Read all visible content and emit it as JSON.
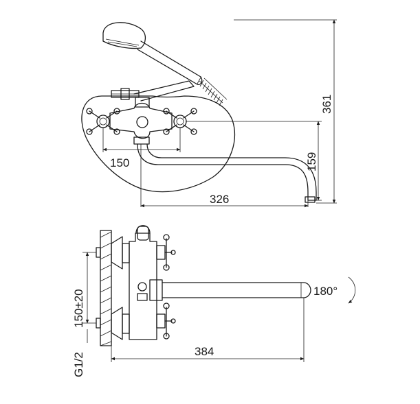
{
  "dimensions": {
    "top_width_150": "150",
    "top_reach_326": "326",
    "height_159": "159",
    "height_361": "361",
    "side_length_384": "384",
    "rotation_180": "180°",
    "spacing_150_20": "150±20",
    "thread_g12": "G1/2"
  }
}
